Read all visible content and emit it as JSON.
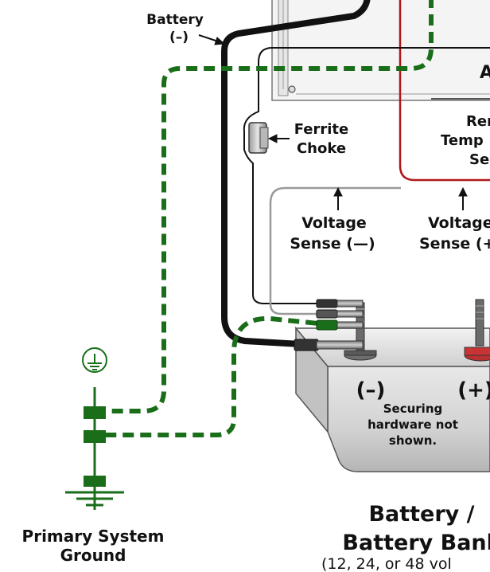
{
  "labels": {
    "battery_neg_line1": "Battery",
    "battery_neg_line2": "(–)",
    "ferrite_line1": "Ferrite",
    "ferrite_line2": "Choke",
    "remote_line1": "Rem",
    "remote_line2": "Temp",
    "remote_line3": "Se",
    "vsense_neg_line1": "Voltage",
    "vsense_neg_line2": "Sense (—)",
    "vsense_pos_line1": "Voltage",
    "vsense_pos_line2": "Sense (+",
    "terminal_neg": "(–)",
    "terminal_pos": "(+)",
    "securing_line1": "Securing",
    "securing_line2": "hardware not",
    "securing_line3": "shown.",
    "battery_title_line1": "Battery /",
    "battery_title_line2": "Battery Bank",
    "voltage_note": "(12,  24, or 48 vol",
    "ground_line1": "Primary System",
    "ground_line2": "Ground",
    "corner_fragment": "A"
  },
  "colors": {
    "cable_black": "#111111",
    "ground_green": "#1a6e1a",
    "sense_gray": "#999999",
    "temp_red": "#b01818",
    "battery_body": "#d4d4d4"
  },
  "icons": {
    "ground_symbol": "ground-circle-icon",
    "ground_rod": "earth-ground-icon",
    "ferrite": "ferrite-choke-icon"
  }
}
